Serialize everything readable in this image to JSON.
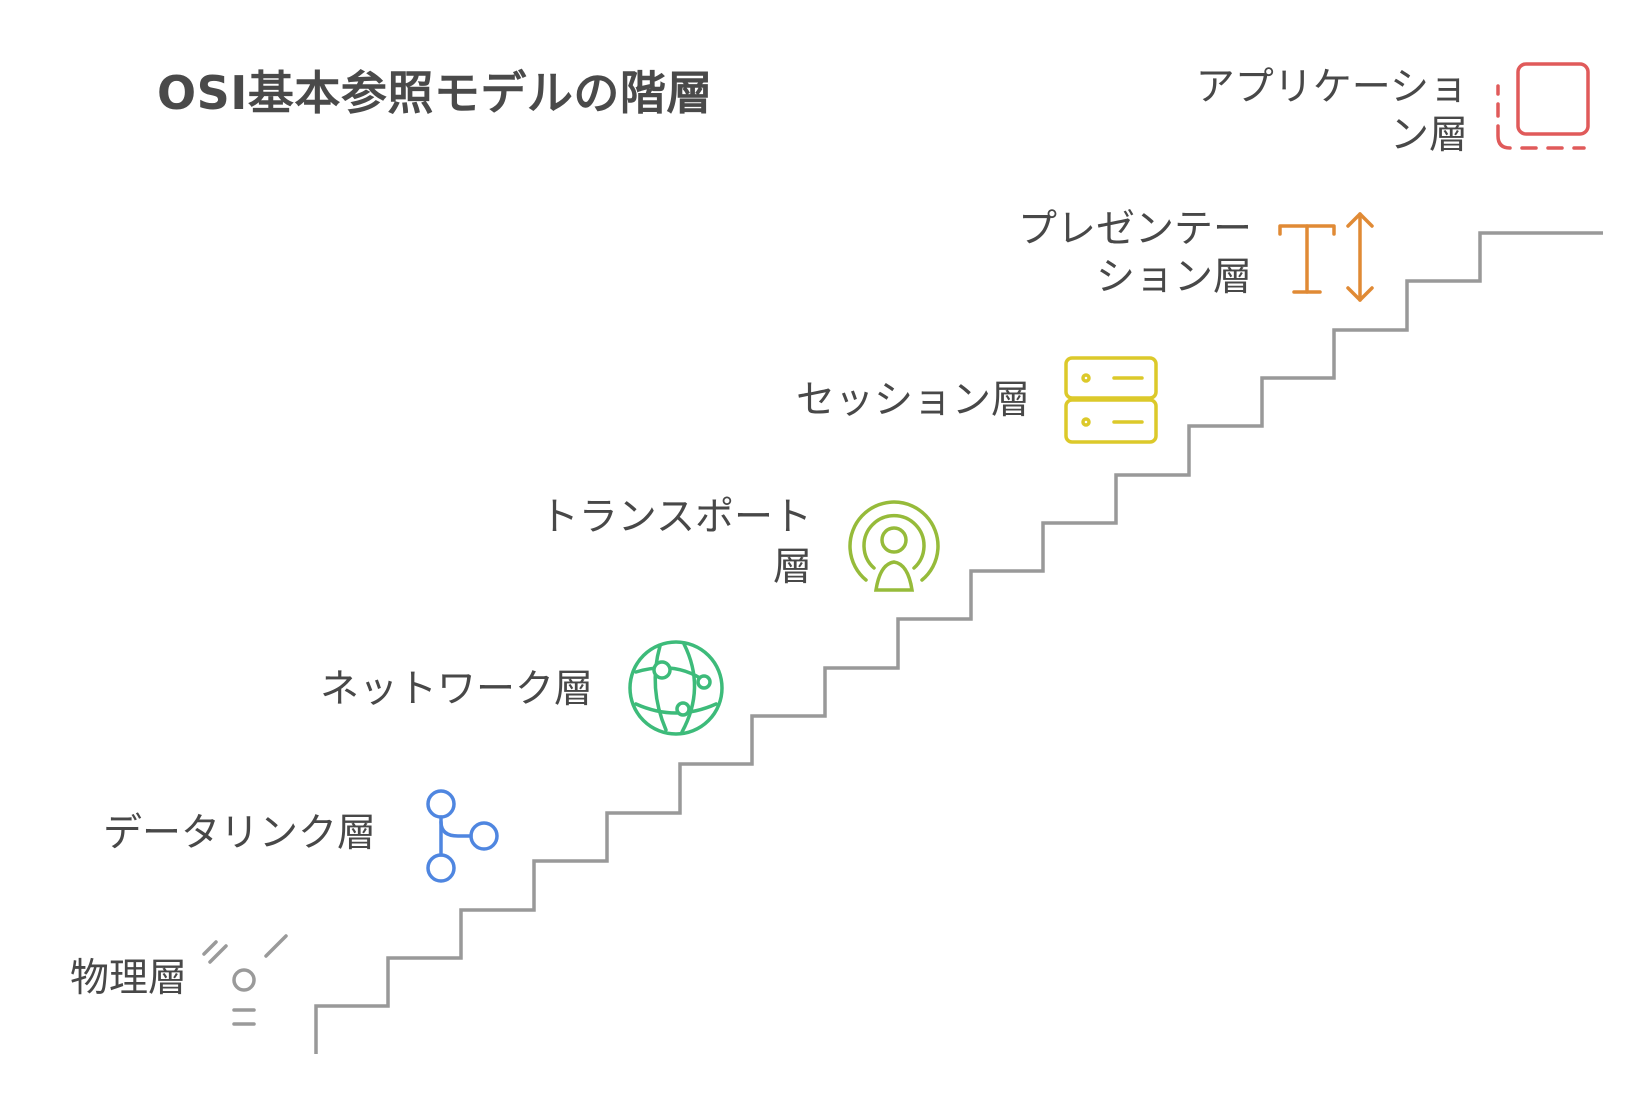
{
  "title": "OSI基本参照モデルの階層",
  "layers": [
    {
      "label": "物理層",
      "icon": "noise-signal-icon",
      "color": "#9a9a9a"
    },
    {
      "label": "データリンク層",
      "icon": "branch-link-icon",
      "color": "#4f86e0"
    },
    {
      "label": "ネットワーク層",
      "icon": "network-globe-icon",
      "color": "#3dbb7a"
    },
    {
      "label_line1": "トランスポート",
      "label_line2": "層",
      "icon": "broadcast-person-icon",
      "color": "#96bb3a"
    },
    {
      "label": "セッション層",
      "icon": "server-stack-icon",
      "color": "#dcc92a"
    },
    {
      "label_line1": "プレゼンテー",
      "label_line2": "ション層",
      "icon": "text-resize-icon",
      "color": "#e08a35"
    },
    {
      "label_line1": "アプリケーショ",
      "label_line2": "ン層",
      "icon": "app-window-icon",
      "color": "#e05a5a"
    }
  ],
  "colors": {
    "stairs": "#999999",
    "title": "#4a4a4a",
    "text": "#484848"
  }
}
